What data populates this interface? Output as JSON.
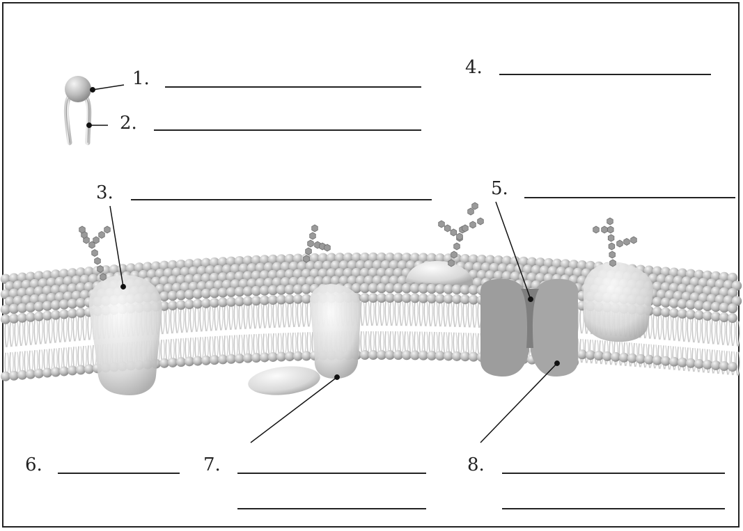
{
  "labels": {
    "l1": "1.",
    "l2": "2.",
    "l3": "3.",
    "l4": "4.",
    "l5": "5.",
    "l6": "6.",
    "l7": "7.",
    "l8": "8."
  },
  "colors": {
    "ink": "#222222",
    "membrane": "#b9b9b9",
    "protein": "#e4e4e4",
    "channel_protein": "#9c9c9c"
  }
}
